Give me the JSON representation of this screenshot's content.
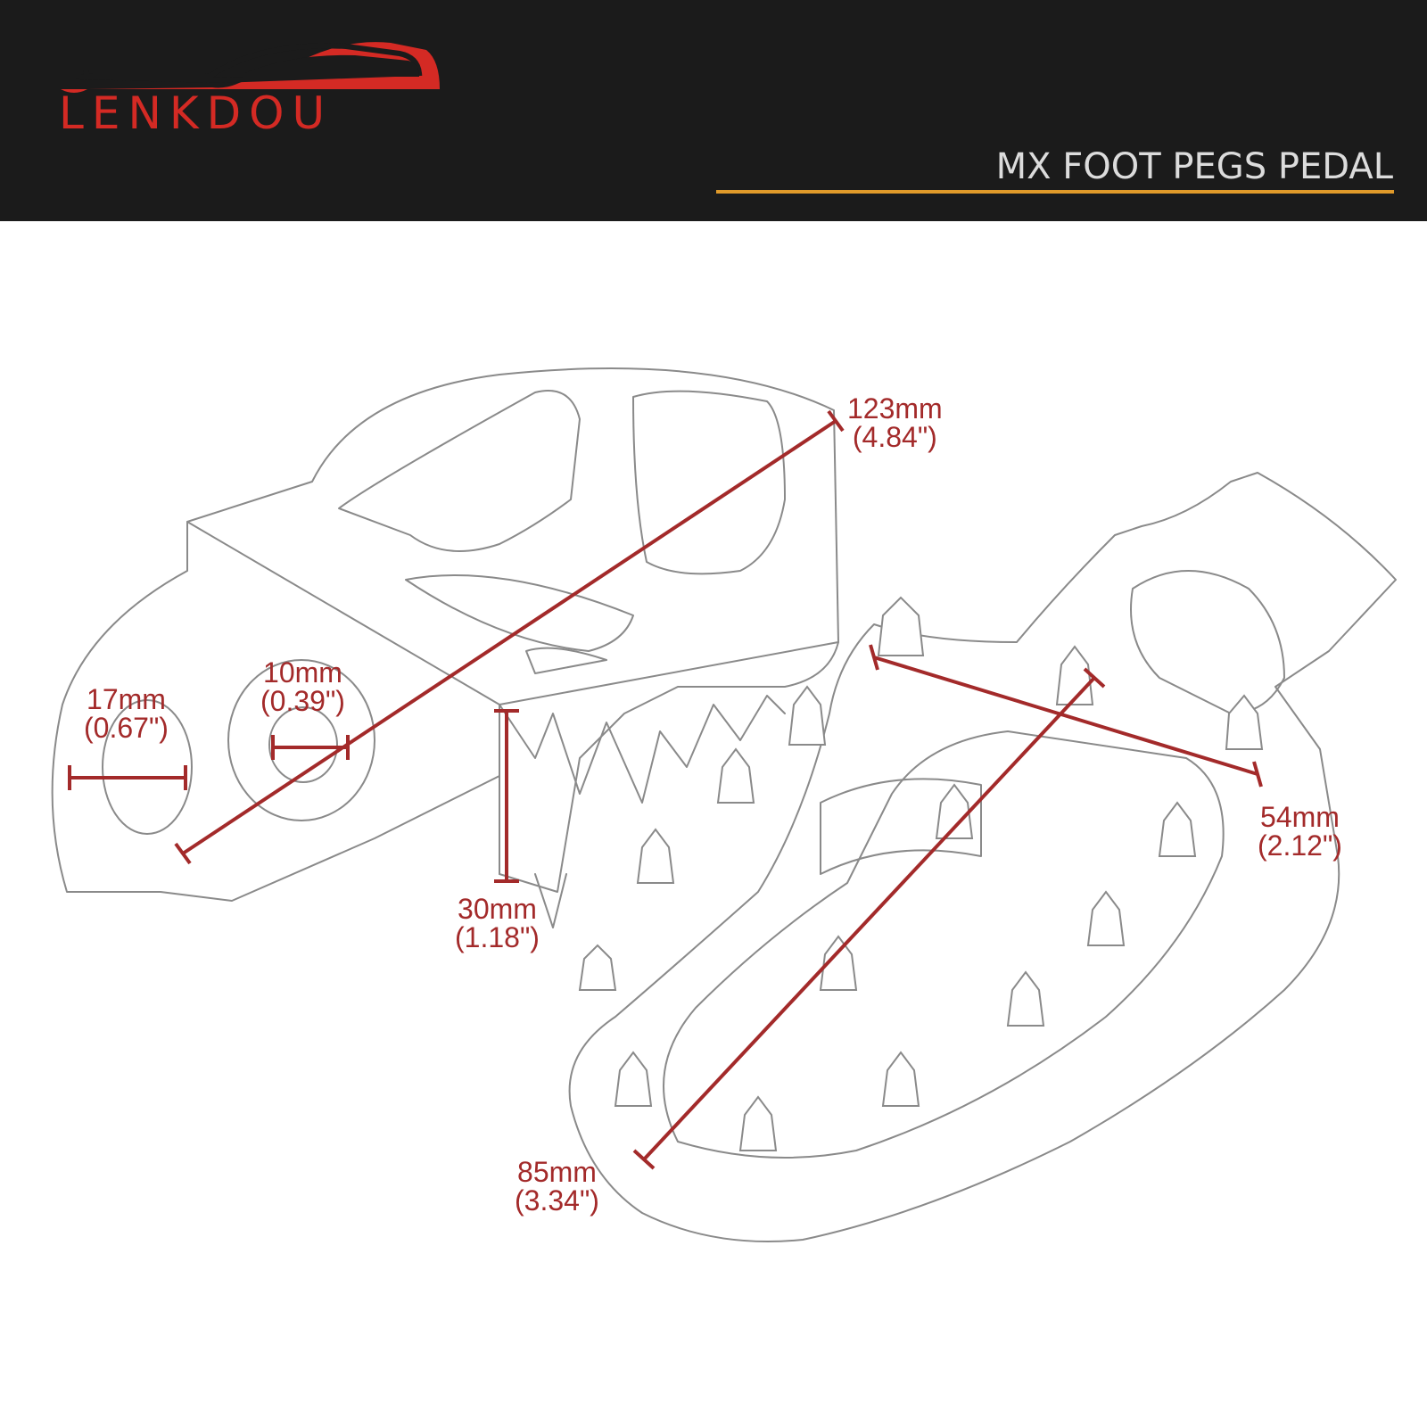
{
  "brand": {
    "name": "LENKDOU",
    "color": "#d42a24"
  },
  "header": {
    "title": "MX FOOT PEGS PEDAL",
    "underline_color": "#e09a2a",
    "background": "#1b1b1b"
  },
  "dimensions": {
    "line_color": "#a32a2a",
    "overall_length": {
      "metric": "123mm",
      "imperial": "(4.84\")"
    },
    "mount_width": {
      "metric": "17mm",
      "imperial": "(0.67\")"
    },
    "pin_hole": {
      "metric": "10mm",
      "imperial": "(0.39\")"
    },
    "height": {
      "metric": "30mm",
      "imperial": "(1.18\")"
    },
    "platform_width": {
      "metric": "54mm",
      "imperial": "(2.12\")"
    },
    "platform_length": {
      "metric": "85mm",
      "imperial": "(3.34\")"
    }
  }
}
